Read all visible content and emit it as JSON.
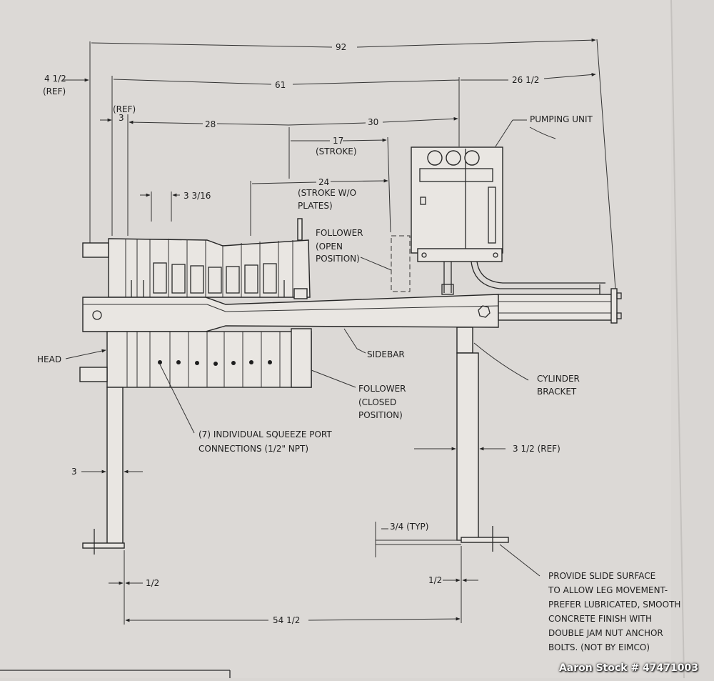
{
  "dimensions": {
    "overall_92": "92",
    "ref_4_5": "4 1/2",
    "ref_4_5_note": "(REF)",
    "len_61": "61",
    "len_26_5": "26 1/2",
    "ref_3": "(REF)",
    "ref_3_val": "3",
    "len_28": "28",
    "len_30": "30",
    "stroke_17": "17",
    "stroke_label": "(STROKE)",
    "len_24": "24",
    "stroke_wo_1": "(STROKE W/O",
    "stroke_wo_2": "PLATES)",
    "plate_3_3_16": "3 3/16",
    "leg_3": "3",
    "leg_3_5": "3 1/2 (REF)",
    "typ_3_4": "3/4 (TYP)",
    "half_left": "1/2",
    "half_right": "1/2",
    "span_54_5": "54 1/2"
  },
  "labels": {
    "pumping_unit": "PUMPING UNIT",
    "follower_open_1": "FOLLOWER",
    "follower_open_2": "(OPEN",
    "follower_open_3": "POSITION)",
    "head": "HEAD",
    "sidebar": "SIDEBAR",
    "cylinder_1": "CYLINDER",
    "cylinder_2": "BRACKET",
    "follower_closed_1": "FOLLOWER",
    "follower_closed_2": "(CLOSED",
    "follower_closed_3": "POSITION)",
    "squeeze_1": "(7) INDIVIDUAL SQUEEZE PORT",
    "squeeze_2": "CONNECTIONS (1/2\" NPT)",
    "note_1": "PROVIDE SLIDE SURFACE",
    "note_2": "TO ALLOW LEG MOVEMENT-",
    "note_3": "PREFER LUBRICATED, SMOOTH",
    "note_4": "CONCRETE FINISH WITH",
    "note_5": "DOUBLE JAM NUT ANCHOR",
    "note_6": "BOLTS.  (NOT BY EIMCO)"
  },
  "watermark": "Aaron Stock # 47471003",
  "colors": {
    "paper": "#d9d6d3",
    "ink": "#1e1e1e"
  }
}
